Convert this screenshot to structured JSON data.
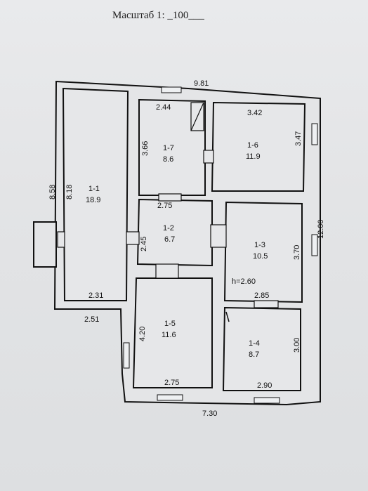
{
  "header": {
    "scale_text": "Масштаб 1: _100___"
  },
  "overall": {
    "top_width": "9.81",
    "right_height": "12.00",
    "left_height": "8.58",
    "bottom_width": "7.30",
    "left_wing_width": "2.51"
  },
  "rooms": [
    {
      "id": "1-1",
      "area": "18.9",
      "dims": [
        "8.18",
        "2.31"
      ]
    },
    {
      "id": "1-2",
      "area": "6.7",
      "dims": [
        "2.75",
        "2.45"
      ]
    },
    {
      "id": "1-3",
      "area": "10.5",
      "dims": [
        "3.70",
        "2.85"
      ],
      "note": "h=2.60"
    },
    {
      "id": "1-4",
      "area": "8.7",
      "dims": [
        "3.00",
        "2.90"
      ]
    },
    {
      "id": "1-5",
      "area": "11.6",
      "dims": [
        "4.20",
        "2.75"
      ]
    },
    {
      "id": "1-6",
      "area": "11.9",
      "dims": [
        "3.42",
        "3.47"
      ]
    },
    {
      "id": "1-7",
      "area": "8.6",
      "dims": [
        "2.44",
        "3.66"
      ]
    }
  ]
}
